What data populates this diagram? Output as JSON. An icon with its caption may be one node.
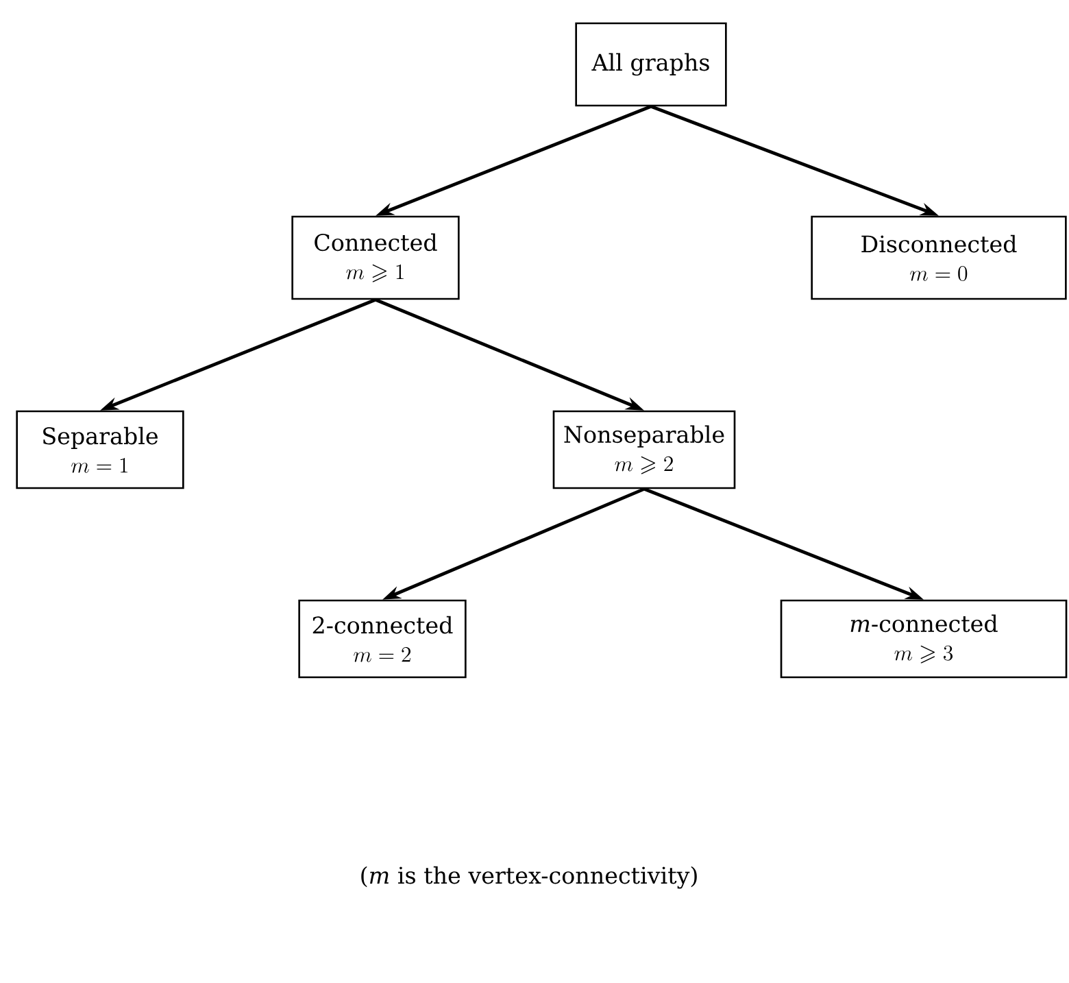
{
  "diagram": {
    "caption": "(*m* is the vertex-connectivity)",
    "nodes": [
      {
        "text": [
          "All graphs"
        ]
      },
      {
        "text": [
          "Connected",
          "m \\geqslant 1"
        ]
      },
      {
        "text": [
          "Disconnected",
          "m = 0"
        ]
      },
      {
        "text": [
          "Separable",
          "m = 1"
        ]
      },
      {
        "text": [
          "Nonseparable",
          "m \\geqslant 2"
        ]
      },
      {
        "text": [
          "2-connected",
          "m = 2"
        ]
      },
      {
        "text": [
          "*m*-connected",
          "m \\geqslant 3"
        ]
      }
    ],
    "edges": [
      {
        "from": 0,
        "to": 1,
        "arrow": "to"
      },
      {
        "from": 0,
        "to": 2,
        "arrow": "to"
      },
      {
        "from": 1,
        "to": 3,
        "arrow": "to"
      },
      {
        "from": 1,
        "to": 4,
        "arrow": "to"
      },
      {
        "from": 4,
        "to": 5,
        "arrow": "to"
      },
      {
        "from": 4,
        "to": 6,
        "arrow": "to"
      }
    ]
  }
}
